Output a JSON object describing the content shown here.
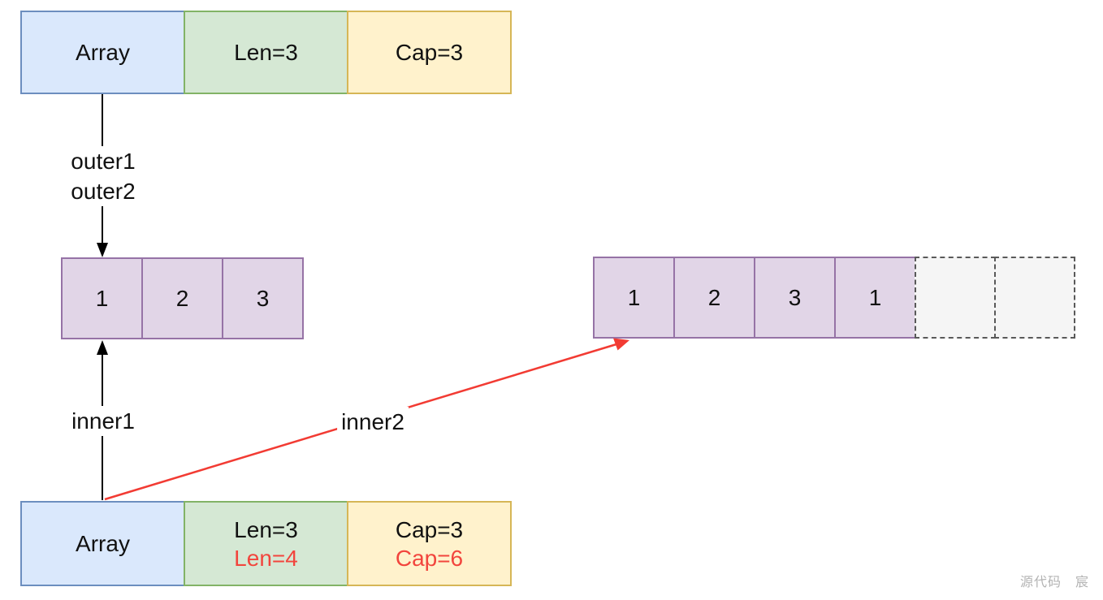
{
  "top_struct": {
    "array_label": "Array",
    "len_label": "Len=3",
    "cap_label": "Cap=3"
  },
  "bottom_struct": {
    "array_label": "Array",
    "len_old": "Len=3",
    "len_new": "Len=4",
    "cap_old": "Cap=3",
    "cap_new": "Cap=6"
  },
  "old_backing_array": {
    "cells": [
      "1",
      "2",
      "3"
    ]
  },
  "new_backing_array": {
    "cells": [
      "1",
      "2",
      "3",
      "1"
    ],
    "empty_cell_count": 2
  },
  "pointer_labels": {
    "outer1": "outer1",
    "outer2": "outer2",
    "inner1": "inner1",
    "inner2": "inner2"
  },
  "watermark": "源代码　宸",
  "colors": {
    "blue_fill": "#dae8fc",
    "blue_border": "#6c8ebf",
    "green_fill": "#d5e8d4",
    "green_border": "#82b366",
    "yellow_fill": "#fff2cc",
    "yellow_border": "#d6b656",
    "purple_fill": "#e1d5e7",
    "purple_border": "#9673a6",
    "empty_fill": "#f5f5f5",
    "empty_border": "#595959",
    "highlight_red": "#f2453d",
    "arrow_black": "#000000"
  }
}
